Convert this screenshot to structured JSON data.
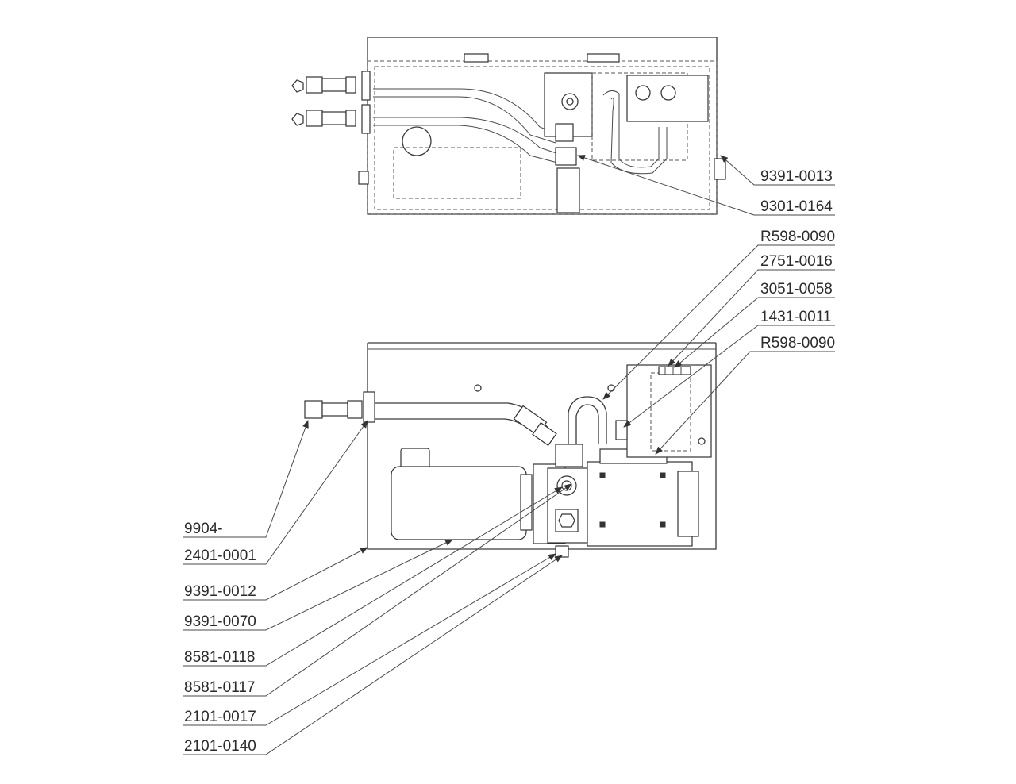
{
  "top_view": {
    "callouts": [
      {
        "id": "t1",
        "label": "9391-0013"
      },
      {
        "id": "t2",
        "label": "9301-0164"
      }
    ]
  },
  "side_view": {
    "callouts_right": [
      {
        "id": "r1",
        "label": "R598-0090"
      },
      {
        "id": "r2",
        "label": "2751-0016"
      },
      {
        "id": "r3",
        "label": "3051-0058"
      },
      {
        "id": "r4",
        "label": "1431-0011"
      },
      {
        "id": "r5",
        "label": "R598-0090"
      }
    ],
    "callouts_left": [
      {
        "id": "l1",
        "label": "9904-"
      },
      {
        "id": "l2",
        "label": "2401-0001"
      },
      {
        "id": "l3",
        "label": "9391-0012"
      },
      {
        "id": "l4",
        "label": "9391-0070"
      },
      {
        "id": "l5",
        "label": "8581-0118"
      },
      {
        "id": "l6",
        "label": "8581-0117"
      },
      {
        "id": "l7",
        "label": "2101-0017"
      },
      {
        "id": "l8",
        "label": "2101-0140"
      }
    ]
  },
  "colors": {
    "line": "#333333",
    "text": "#2b2b2b",
    "background": "#ffffff"
  }
}
